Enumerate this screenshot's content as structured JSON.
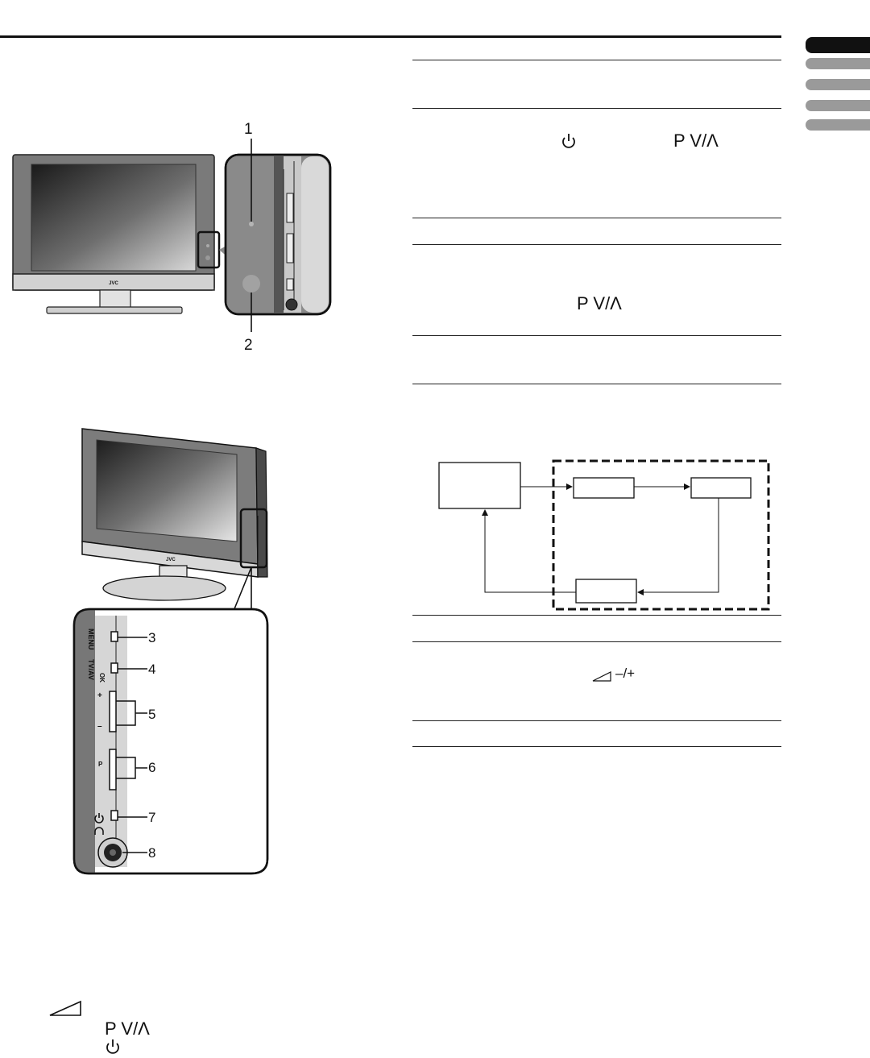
{
  "callouts": {
    "top": [
      "1",
      "2"
    ],
    "side": [
      "3",
      "4",
      "5",
      "6",
      "7",
      "8"
    ]
  },
  "brand": "JVC",
  "panel_labels": {
    "menu": "MENU",
    "tvav": "TV/AV",
    "ok": "OK",
    "plus": "+",
    "minus": "–",
    "p": "P"
  },
  "symbols": {
    "power_icon": "power-icon",
    "volume_icon": "volume-ramp-icon",
    "headphone_icon": "headphone-icon",
    "program_label": "P V/Λ",
    "volume_label": "–/+"
  },
  "tabs": {
    "active_color": "#111111",
    "inactive_color": "#9a9a9a"
  }
}
